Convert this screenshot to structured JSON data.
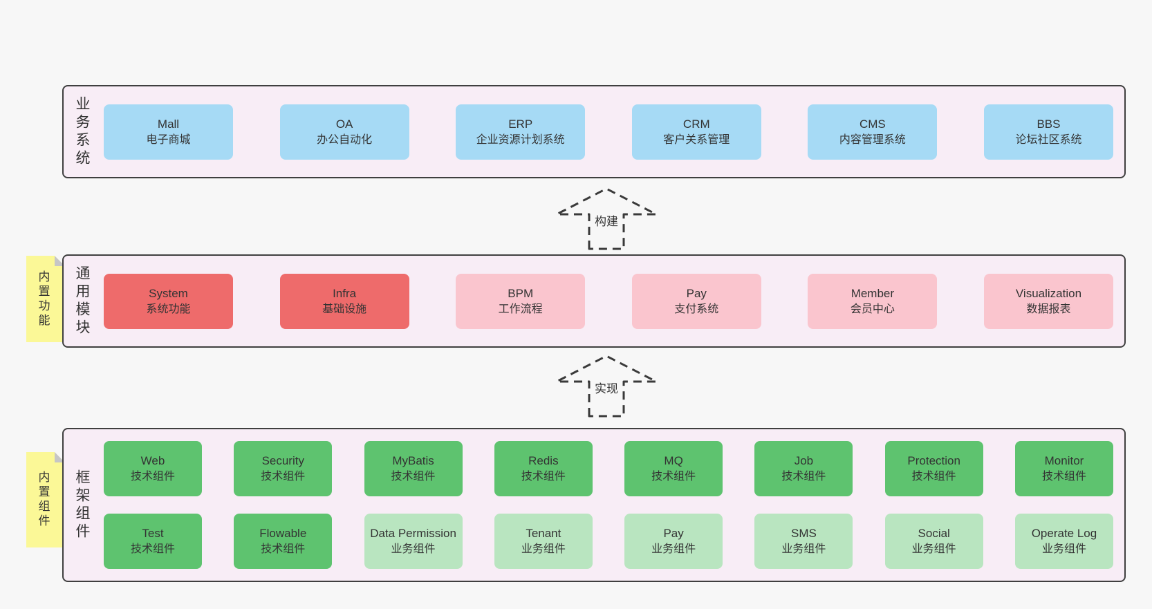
{
  "palette": {
    "page_bg": "#f7f7f7",
    "band_bg": "#f8edf6",
    "band_border": "#3f3f3f",
    "business_blue": "#a6daf5",
    "module_red": "#ee6b6b",
    "module_pink": "#fac5ce",
    "tech_green": "#5ec36f",
    "biz_light_green": "#b9e5c0",
    "note_yellow": "#fbf897",
    "note_fold_gray": "#c6c6c6"
  },
  "arrows": [
    {
      "label": "构建"
    },
    {
      "label": "实现"
    }
  ],
  "bands": [
    {
      "label": "业务系统",
      "boxes": [
        {
          "name": "Mall",
          "subtitle": "电子商城"
        },
        {
          "name": "OA",
          "subtitle": "办公自动化"
        },
        {
          "name": "ERP",
          "subtitle": "企业资源计划系统"
        },
        {
          "name": "CRM",
          "subtitle": "客户关系管理"
        },
        {
          "name": "CMS",
          "subtitle": "内容管理系统"
        },
        {
          "name": "BBS",
          "subtitle": "论坛社区系统"
        }
      ]
    },
    {
      "label": "通用模块",
      "note": "内置功能",
      "boxes": [
        {
          "name": "System",
          "subtitle": "系统功能"
        },
        {
          "name": "Infra",
          "subtitle": "基础设施"
        },
        {
          "name": "BPM",
          "subtitle": "工作流程"
        },
        {
          "name": "Pay",
          "subtitle": "支付系统"
        },
        {
          "name": "Member",
          "subtitle": "会员中心"
        },
        {
          "name": "Visualization",
          "subtitle": "数据报表"
        }
      ]
    },
    {
      "label": "框架组件",
      "note": "内置组件",
      "rows": [
        [
          {
            "name": "Web",
            "subtitle": "技术组件"
          },
          {
            "name": "Security",
            "subtitle": "技术组件"
          },
          {
            "name": "MyBatis",
            "subtitle": "技术组件"
          },
          {
            "name": "Redis",
            "subtitle": "技术组件"
          },
          {
            "name": "MQ",
            "subtitle": "技术组件"
          },
          {
            "name": "Job",
            "subtitle": "技术组件"
          },
          {
            "name": "Protection",
            "subtitle": "技术组件"
          },
          {
            "name": "Monitor",
            "subtitle": "技术组件"
          }
        ],
        [
          {
            "name": "Test",
            "subtitle": "技术组件"
          },
          {
            "name": "Flowable",
            "subtitle": "技术组件"
          },
          {
            "name": "Data Permission",
            "subtitle": "业务组件"
          },
          {
            "name": "Tenant",
            "subtitle": "业务组件"
          },
          {
            "name": "Pay",
            "subtitle": "业务组件"
          },
          {
            "name": "SMS",
            "subtitle": "业务组件"
          },
          {
            "name": "Social",
            "subtitle": "业务组件"
          },
          {
            "name": "Operate Log",
            "subtitle": "业务组件"
          }
        ]
      ]
    }
  ]
}
